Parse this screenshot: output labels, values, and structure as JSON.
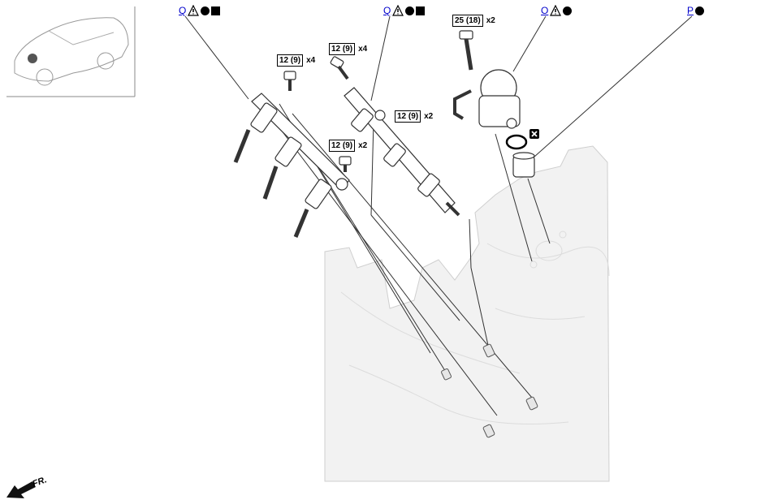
{
  "refs": [
    {
      "id": "ref-q-1",
      "letter": "Q",
      "warning": true,
      "dot": true,
      "square": true
    },
    {
      "id": "ref-q-2",
      "letter": "Q",
      "warning": true,
      "dot": true,
      "square": true
    },
    {
      "id": "ref-o",
      "letter": "O",
      "warning": true,
      "dot": true,
      "square": false
    },
    {
      "id": "ref-p",
      "letter": "P",
      "warning": false,
      "dot": true,
      "square": false
    }
  ],
  "torques": {
    "t1": {
      "value": "12 (9)",
      "qty": "x4"
    },
    "t2": {
      "value": "12 (9)",
      "qty": "x4"
    },
    "t3": {
      "value": "25 (18)",
      "qty": "x2"
    },
    "t4": {
      "value": "12 (9)",
      "qty": "x2"
    },
    "t5": {
      "value": "12 (9)",
      "qty": "x2"
    }
  },
  "front_label": "FR.",
  "icons": {
    "warning": "warning-triangle-icon",
    "replace": "replace-part-icon",
    "arrow": "front-arrow-icon"
  },
  "colors": {
    "link": "#0000cc",
    "line": "#333333",
    "engine_fill": "#f2f2f2"
  }
}
